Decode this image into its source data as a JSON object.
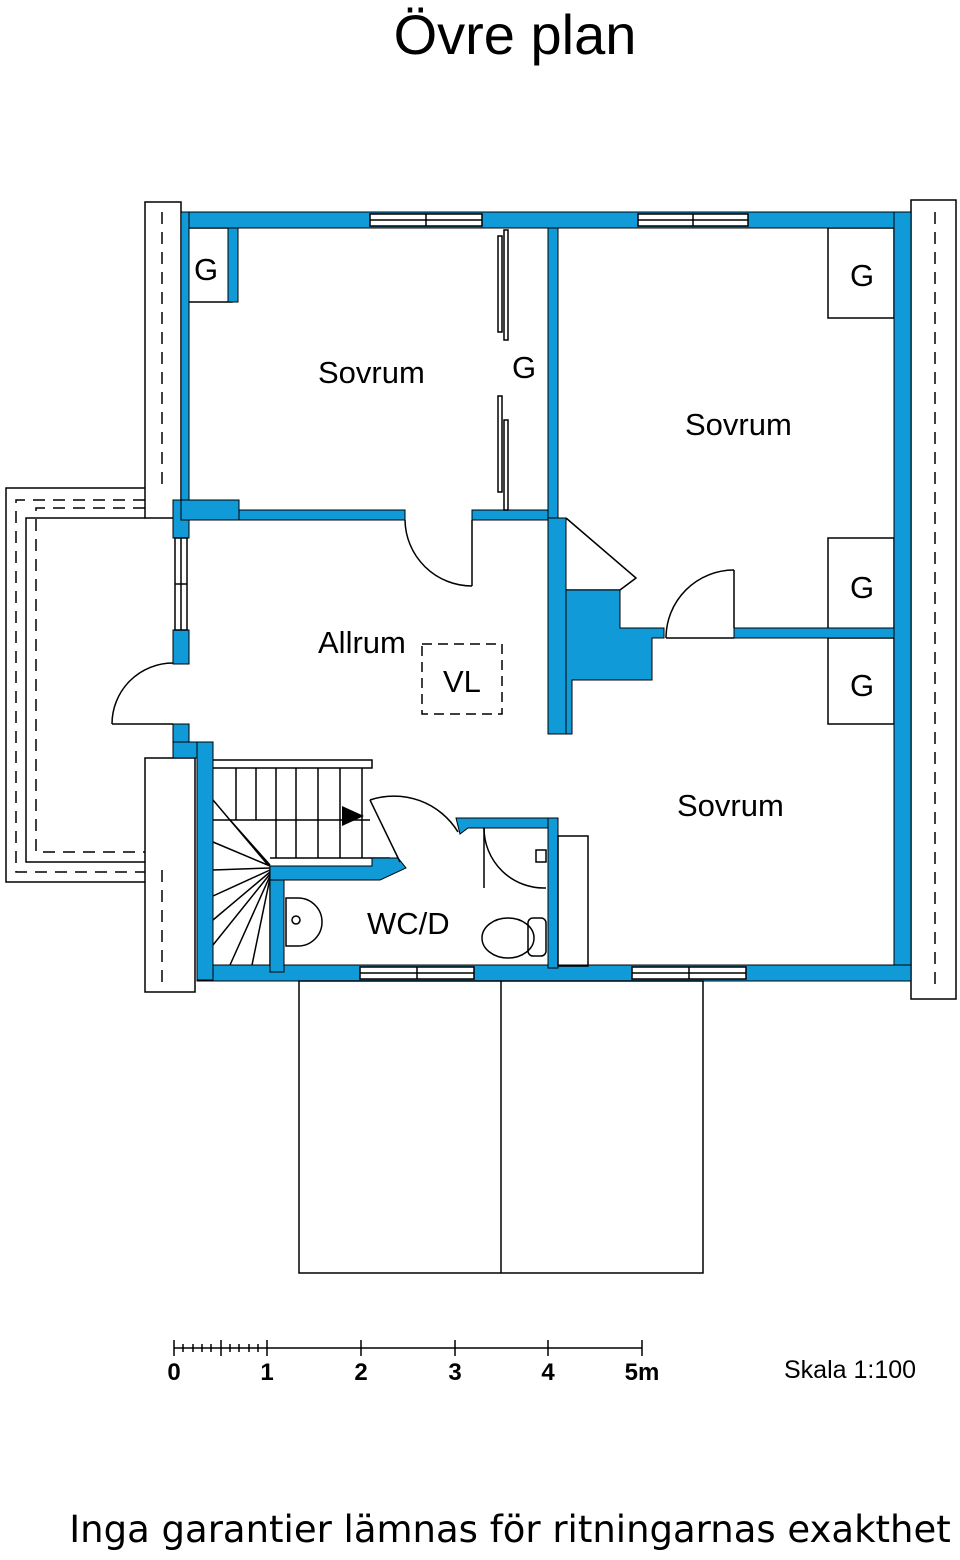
{
  "title": "Övre plan",
  "rooms": {
    "sovrum_1": "Sovrum",
    "sovrum_2": "Sovrum",
    "sovrum_3": "Sovrum",
    "allrum": "Allrum",
    "vl": "VL",
    "wc": "WC/D"
  },
  "closets": {
    "g1": "G",
    "g2": "G",
    "g3": "G",
    "g4": "G",
    "g5": "G"
  },
  "scale": {
    "ticks": [
      "0",
      "1",
      "2",
      "3",
      "4",
      "5m"
    ],
    "label": "Skala 1:100"
  },
  "footer": "Inga garantier lämnas för ritningarnas exakthet",
  "colors": {
    "wall": "#119ad8",
    "line": "#000000"
  }
}
